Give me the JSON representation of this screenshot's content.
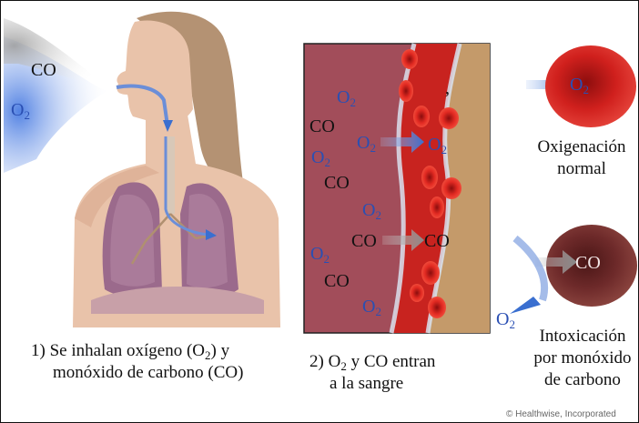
{
  "panel1": {
    "gas_co": "CO",
    "gas_o2": "O",
    "gas_o2_sub": "2",
    "caption_line1_a": "1) Se inhalan oxígeno (O",
    "caption_line1_sub": "2",
    "caption_line1_b": ") y",
    "caption_line2": "monóxido de carbono (CO)"
  },
  "panel2": {
    "o2": "O",
    "o2_sub": "2",
    "co": "CO",
    "apostrophe": ",",
    "caption_line1_a": "2) O",
    "caption_line1_sub": "2",
    "caption_line1_b": " y CO entran",
    "caption_line2": "a la sangre"
  },
  "panel3": {
    "o2": "O",
    "o2_sub": "2",
    "normal_line1": "Oxigenación",
    "normal_line2": "normal",
    "co": "CO",
    "intox_line1": "Intoxicación",
    "intox_line2": "por monóxido",
    "intox_line3": "de carbono"
  },
  "credit": "© Healthwise, Incorporated",
  "colors": {
    "blood_red": "#c8231f",
    "vessel_bg": "#a24d5a",
    "o2_blue": "#2a4fb3",
    "cell_poisoned": "#6e2a2a",
    "lung_purple": "#9b6a8c"
  }
}
